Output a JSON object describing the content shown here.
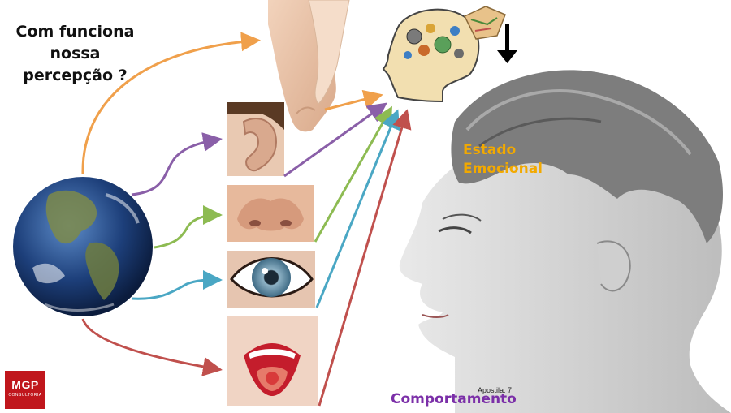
{
  "title": {
    "lines": [
      "Com funciona",
      "nossa",
      "percepção ?"
    ]
  },
  "labels": {
    "estado_line1": "Estado",
    "estado_line2": "Emocional",
    "comportamento": "Comportamento",
    "apostila": "Apostila: 7"
  },
  "logo": {
    "main": "MGP",
    "sub": "CONSULTORIA"
  },
  "colors": {
    "orange": "#f0a04b",
    "purple": "#8a5fa8",
    "green": "#8dbb52",
    "blue": "#4aa7c4",
    "red": "#c0504d",
    "estado": "#f2a900",
    "comportamento": "#7b2fa8",
    "logo_bg": "#c0161c"
  }
}
